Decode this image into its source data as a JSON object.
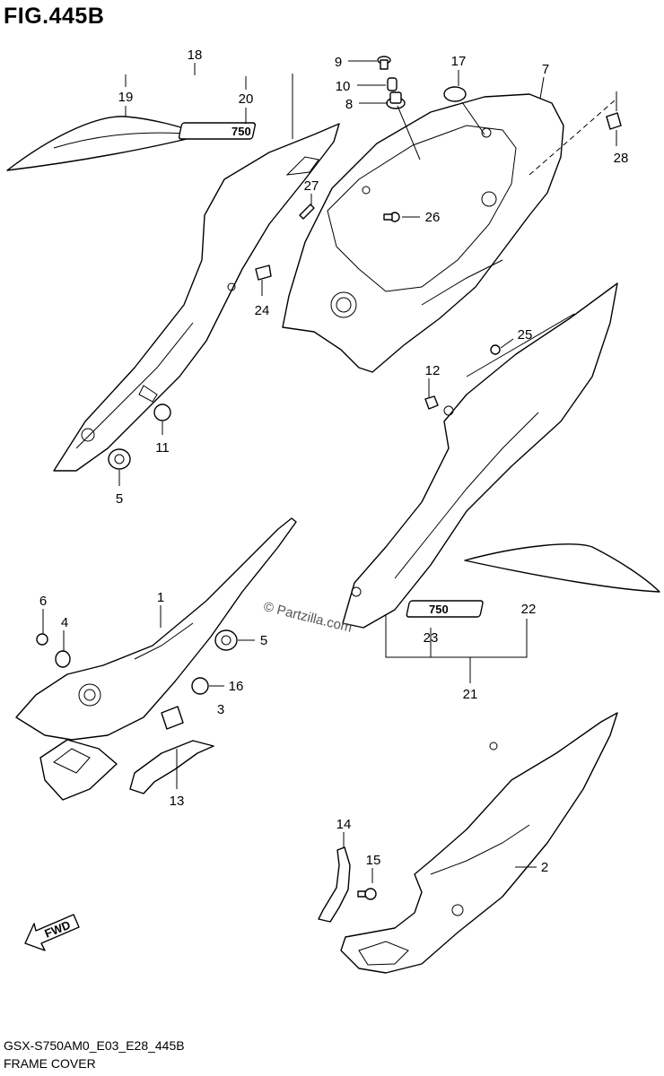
{
  "header": {
    "figure_title": "FIG.445B"
  },
  "footer": {
    "drawing_code": "GSX-S750AM0_E03_E28_445B",
    "section_name": "FRAME COVER"
  },
  "watermark": {
    "text": "© Partzilla.com"
  },
  "emblem": {
    "text": "750"
  },
  "fwd_arrow": {
    "text": "FWD"
  },
  "callouts": [
    {
      "id": "c18",
      "label": "18"
    },
    {
      "id": "c19",
      "label": "19"
    },
    {
      "id": "c20",
      "label": "20"
    },
    {
      "id": "c9",
      "label": "9"
    },
    {
      "id": "c10",
      "label": "10"
    },
    {
      "id": "c8",
      "label": "8"
    },
    {
      "id": "c17",
      "label": "17"
    },
    {
      "id": "c7",
      "label": "7"
    },
    {
      "id": "c28",
      "label": "28"
    },
    {
      "id": "c27",
      "label": "27"
    },
    {
      "id": "c26",
      "label": "26"
    },
    {
      "id": "c24",
      "label": "24"
    },
    {
      "id": "c25",
      "label": "25"
    },
    {
      "id": "c12",
      "label": "12"
    },
    {
      "id": "c11",
      "label": "11"
    },
    {
      "id": "c5a",
      "label": "5"
    },
    {
      "id": "c6",
      "label": "6"
    },
    {
      "id": "c4",
      "label": "4"
    },
    {
      "id": "c1",
      "label": "1"
    },
    {
      "id": "c5b",
      "label": "5"
    },
    {
      "id": "c16",
      "label": "16"
    },
    {
      "id": "c3",
      "label": "3"
    },
    {
      "id": "c13",
      "label": "13"
    },
    {
      "id": "c22",
      "label": "22"
    },
    {
      "id": "c23",
      "label": "23"
    },
    {
      "id": "c21",
      "label": "21"
    },
    {
      "id": "c14",
      "label": "14"
    },
    {
      "id": "c15",
      "label": "15"
    },
    {
      "id": "c2",
      "label": "2"
    }
  ]
}
